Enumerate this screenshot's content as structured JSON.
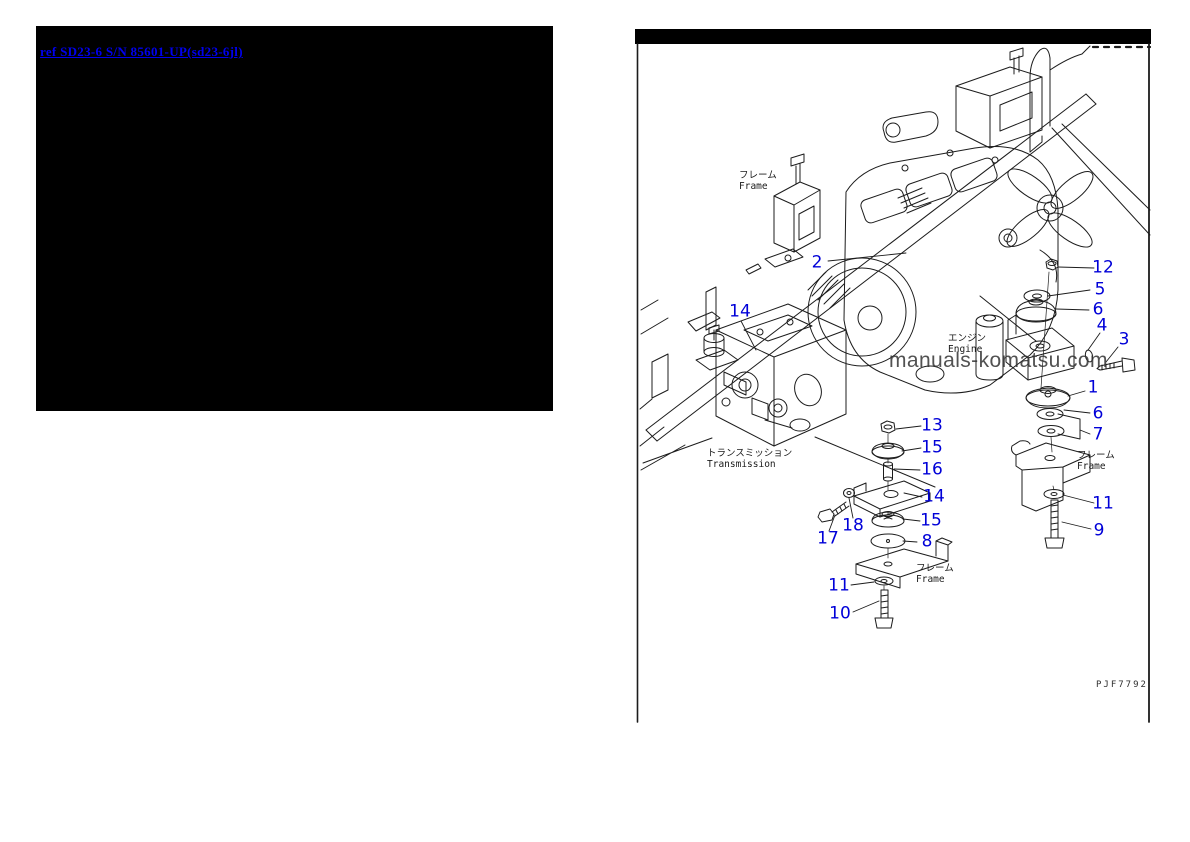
{
  "page": {
    "background": "#ffffff"
  },
  "left_panel": {
    "background": "#000000",
    "link": {
      "text": "ref SD23-6 S/N 85601-UP(sd23-6jl)",
      "color": "#0000ee"
    }
  },
  "diagram": {
    "watermark": "manuals-komatsu.com",
    "drawing_number": "PJF7792",
    "callout_color": "#0000d8",
    "line_color": "#1c1c1c",
    "labels": {
      "frame_top": {
        "jp": "フレーム",
        "en": "Frame"
      },
      "engine": {
        "jp": "エンジン",
        "en": "Engine"
      },
      "transmission": {
        "jp": "トランスミッション",
        "en": "Transmission"
      },
      "frame_right": {
        "jp": "フレーム",
        "en": "Frame"
      },
      "frame_bottom": {
        "jp": "フレーム",
        "en": "Frame"
      }
    },
    "callouts": [
      {
        "label": "2"
      },
      {
        "label": "12"
      },
      {
        "label": "5"
      },
      {
        "label": "6"
      },
      {
        "label": "4"
      },
      {
        "label": "3"
      },
      {
        "label": "1"
      },
      {
        "label": "6"
      },
      {
        "label": "7"
      },
      {
        "label": "11"
      },
      {
        "label": "9"
      },
      {
        "label": "14"
      },
      {
        "label": "13"
      },
      {
        "label": "15"
      },
      {
        "label": "16"
      },
      {
        "label": "14"
      },
      {
        "label": "15"
      },
      {
        "label": "18"
      },
      {
        "label": "17"
      },
      {
        "label": "8"
      },
      {
        "label": "11"
      },
      {
        "label": "10"
      }
    ]
  }
}
